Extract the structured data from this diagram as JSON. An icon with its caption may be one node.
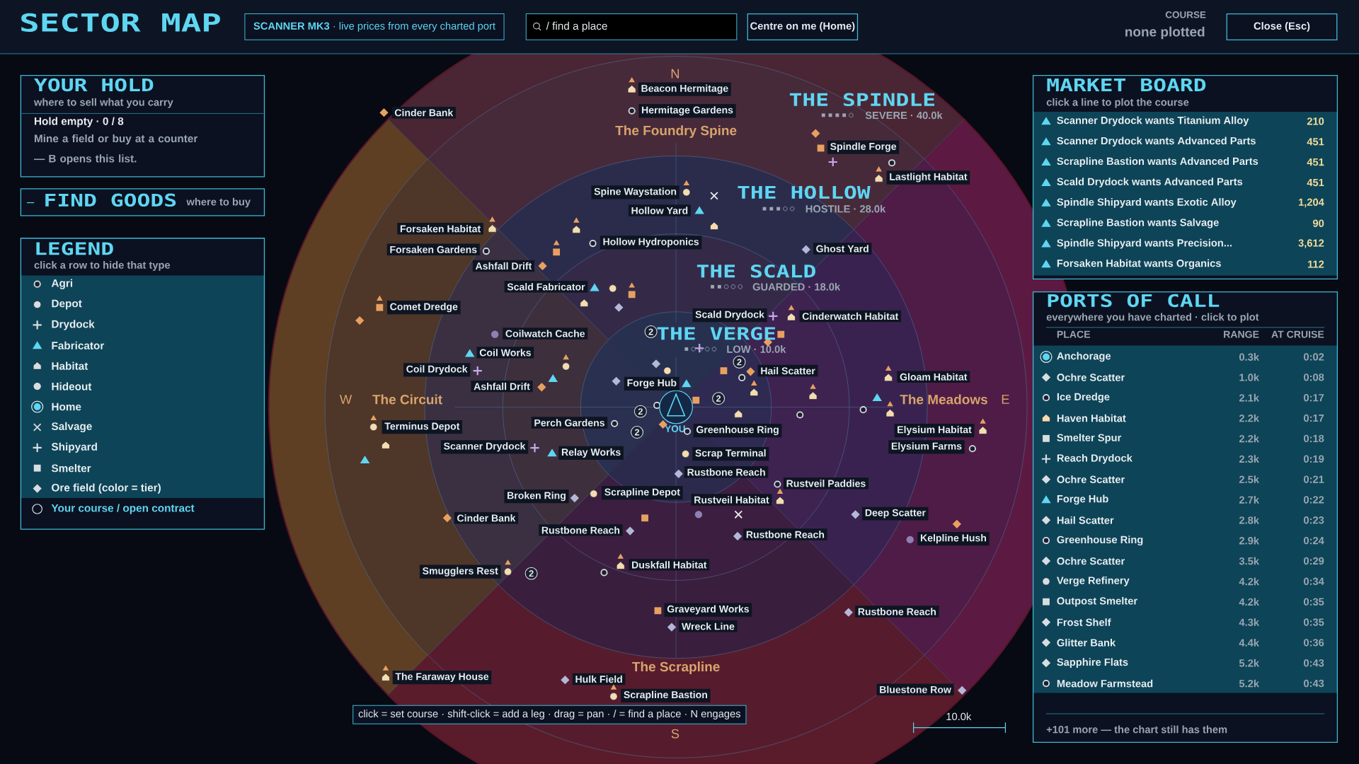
{
  "diagram": {
    "title": "SECTOR MAP",
    "labels": [
      "**SCANNER MK3** · live prices from every charted port",
      "/ find a place",
      "Centre on me (Home)",
      "COURSE",
      "none plotted",
      "Close (Esc)",
      "YOUR HOLD",
      "where to sell what you carry",
      "Hold empty · 0 / 8",
      "Mine a field or buy at a counter — B opens this list.",
      "FIND GOODS",
      "where to buy",
      "LEGEND",
      "click a row to hide that type",
      "N",
      "THE SPINDLE",
      "SEVERE · 40.0k",
      "The Foundry Spine",
      "THE HOLLOW",
      "HOSTILE · 28.0k",
      "THE SCALD",
      "GUARDED · 18.0k",
      "THE VERGE",
      "LOW · 10.0k",
      "W",
      "The Circuit",
      "The Meadows",
      "E",
      "YOU",
      "The Scrapline",
      "S",
      "Cinder Bank",
      "Beacon Hermitage",
      "Hermitage Gardens",
      "Spindle Forge",
      "Lastlight Habitat",
      "Spine Waystation",
      "Hollow Yard",
      "Forsaken Habitat",
      "Forsaken Gardens",
      "Hollow Hydroponics",
      "Ashfall Drift",
      "Ghost Yard",
      "Scald Fabricator",
      "Comet Dredge",
      "Scald Drydock",
      "Cinderwatch Habitat",
      "Coilwatch Cache",
      "Coil Works",
      "Coil Drydock",
      "Ashfall Drift",
      "Forge Hub",
      "Hail Scatter",
      "Gloam Habitat",
      "Terminus Depot",
      "Perch Gardens",
      "Greenhouse Ring",
      "Elysium Habitat",
      "Scanner Drydock",
      "Relay Works",
      "Scrap Terminal",
      "Elysium Farms",
      "Rustbone Reach",
      "Rustveil Paddies",
      "Broken Ring",
      "Scrapline Depot",
      "Rustveil Habitat",
      "Cinder Bank",
      "Deep Scatter",
      "Rustbone Reach",
      "Rustbone Reach",
      "Kelpline Hush",
      "Smugglers Rest",
      "Duskfall Habitat",
      "Graveyard Works",
      "Wreck Line",
      "Rustbone Reach",
      "The Faraway House",
      "Hulk Field",
      "Scrapline Bastion",
      "Bluestone Row",
      "2",
      "2",
      "2",
      "2",
      "2",
      "2",
      "click = set course · shift-click = add a leg · drag = pan · / = find a place · N engages",
      "10.0k",
      "MARKET BOARD",
      "click a line to plot the course",
      "Scanner Drydock wants Titanium Alloy",
      "210",
      "Scanner Drydock wants Advanced Parts",
      "451",
      "Scrapline Bastion wants Advanced Parts",
      "451",
      "Scald Drydock wants Advanced Parts",
      "451",
      "Spindle Shipyard wants Exotic Alloy",
      "1,204",
      "Scrapline Bastion wants Salvage",
      "90",
      "Spindle Shipyard wants Precision...",
      "3,612",
      "Forsaken Habitat wants Organics",
      "112",
      "PORTS OF CALL",
      "everywhere you have charted · click to plot",
      "PLACE",
      "RANGE",
      "AT CRUISE",
      "Anchorage",
      "0.3k",
      "0:02",
      "Ochre Scatter",
      "1.0k",
      "0:08",
      "Ice Dredge",
      "2.1k",
      "0:17",
      "Haven Habitat",
      "2.2k",
      "0:17",
      "Smelter Spur",
      "2.2k",
      "0:18",
      "Reach Drydock",
      "2.3k",
      "0:19",
      "Ochre Scatter",
      "2.5k",
      "0:21",
      "Forge Hub",
      "2.7k",
      "0:22",
      "Hail Scatter",
      "2.8k",
      "0:23",
      "Greenhouse Ring",
      "2.9k",
      "0:24",
      "Ochre Scatter",
      "3.5k",
      "0:29",
      "Verge Refinery",
      "4.2k",
      "0:34",
      "Outpost Smelter",
      "4.2k",
      "0:35",
      "Frost Shelf",
      "4.3k",
      "0:35",
      "Glitter Bank",
      "4.4k",
      "0:36",
      "Sapphire Flats",
      "5.2k",
      "0:43",
      "Meadow Farmstead",
      "5.2k",
      "0:43",
      "+101 more — the chart still has them"
    ],
    "legend": [
      {
        "text": "Agri"
      },
      {
        "text": "Depot"
      },
      {
        "text": "Drydock"
      },
      {
        "text": "Fabricator"
      },
      {
        "text": "Habitat"
      },
      {
        "text": "Hideout"
      },
      {
        "text": "Home"
      },
      {
        "text": "Salvage"
      },
      {
        "text": "Shipyard"
      },
      {
        "text": "Smelter"
      },
      {
        "text": "Ore field (color = tier)"
      },
      {
        "text": "Your course / open contract"
      }
    ]
  }
}
